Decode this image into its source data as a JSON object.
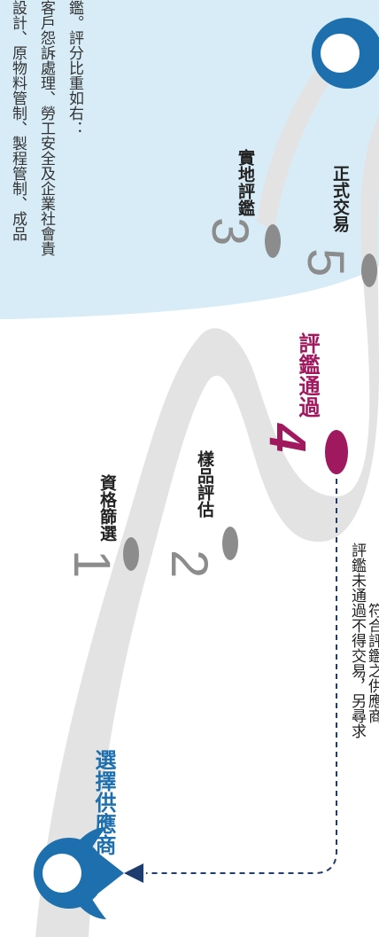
{
  "intro": {
    "line1": "設計、原物料管制、製程管制、成品",
    "line2": "客戶怨訴處理、勞工安全及企業社會責",
    "line3": "鑑。評分比重如右："
  },
  "steps": [
    {
      "num": "1",
      "label": "資格篩選"
    },
    {
      "num": "2",
      "label": "樣品評估"
    },
    {
      "num": "3",
      "label": "實地評鑑"
    },
    {
      "num": "4",
      "label": "評鑑通過"
    },
    {
      "num": "5",
      "label": "正式交易"
    }
  ],
  "start_label": "選擇供應商",
  "fail_note": {
    "line1": "評鑑未通過不得交易，另尋求",
    "line2": "符合評鑑之供應商"
  },
  "colors": {
    "highlight": "#a0195f",
    "blue": "#1e6fae",
    "dark_blue": "#1f3c6e",
    "gray_marker": "#8c8c8c",
    "road": "#e3e3e3",
    "bubble": "#d7ecf7"
  }
}
